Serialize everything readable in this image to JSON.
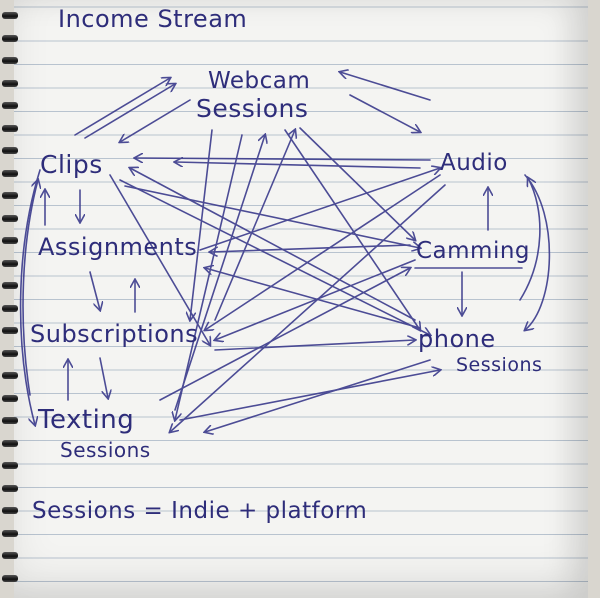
{
  "title": "Income Stream",
  "nodes": {
    "webcam_line1": "Webcam",
    "webcam_line2": "Sessions",
    "clips": "Clips",
    "audio": "Audio",
    "assignments": "Assignments",
    "camming": "Camming",
    "subscriptions": "Subscriptions",
    "phone_line1": "phone",
    "phone_line2": "Sessions",
    "texting_line1": "Texting",
    "texting_line2": "Sessions"
  },
  "note": "Sessions = Indie + platform",
  "colors": {
    "ink": "#2e2d7a",
    "paper": "#f4f4f2",
    "rule": "#b8c3cf"
  }
}
